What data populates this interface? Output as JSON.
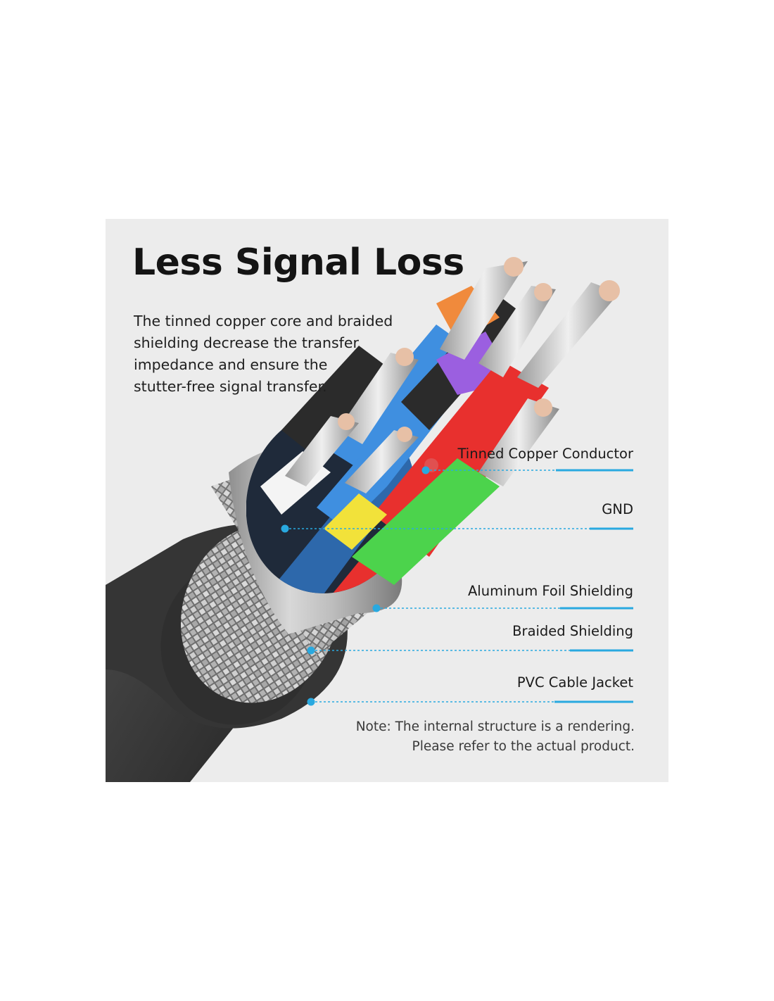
{
  "headline": "Less Signal Loss",
  "description_lines": [
    "The tinned copper core and braided",
    "shielding decrease the transfer",
    "impedance and ensure the",
    "stutter-free signal transfer."
  ],
  "callouts": [
    {
      "label": "Tinned Copper Conductor"
    },
    {
      "label": "GND"
    },
    {
      "label": "Aluminum Foil Shielding"
    },
    {
      "label": "Braided Shielding"
    },
    {
      "label": "PVC Cable Jacket"
    }
  ],
  "note_lines": [
    "Note: The internal structure is a rendering.",
    "Please refer to the actual product."
  ],
  "colors": {
    "accent": "#29a9e0",
    "panel_background": "#ececec",
    "jacket": "#3b3b3b",
    "wire_red": "#e8302e",
    "wire_green": "#4cd34c",
    "wire_yellow": "#f2e23a",
    "wire_blue": "#3f8fe0",
    "wire_purple": "#9b5fe0",
    "wire_orange": "#f08a3c",
    "wire_white": "#f4f4f4"
  },
  "icons": [
    "callout-dot-icon",
    "cable-cross-section-illustration"
  ]
}
